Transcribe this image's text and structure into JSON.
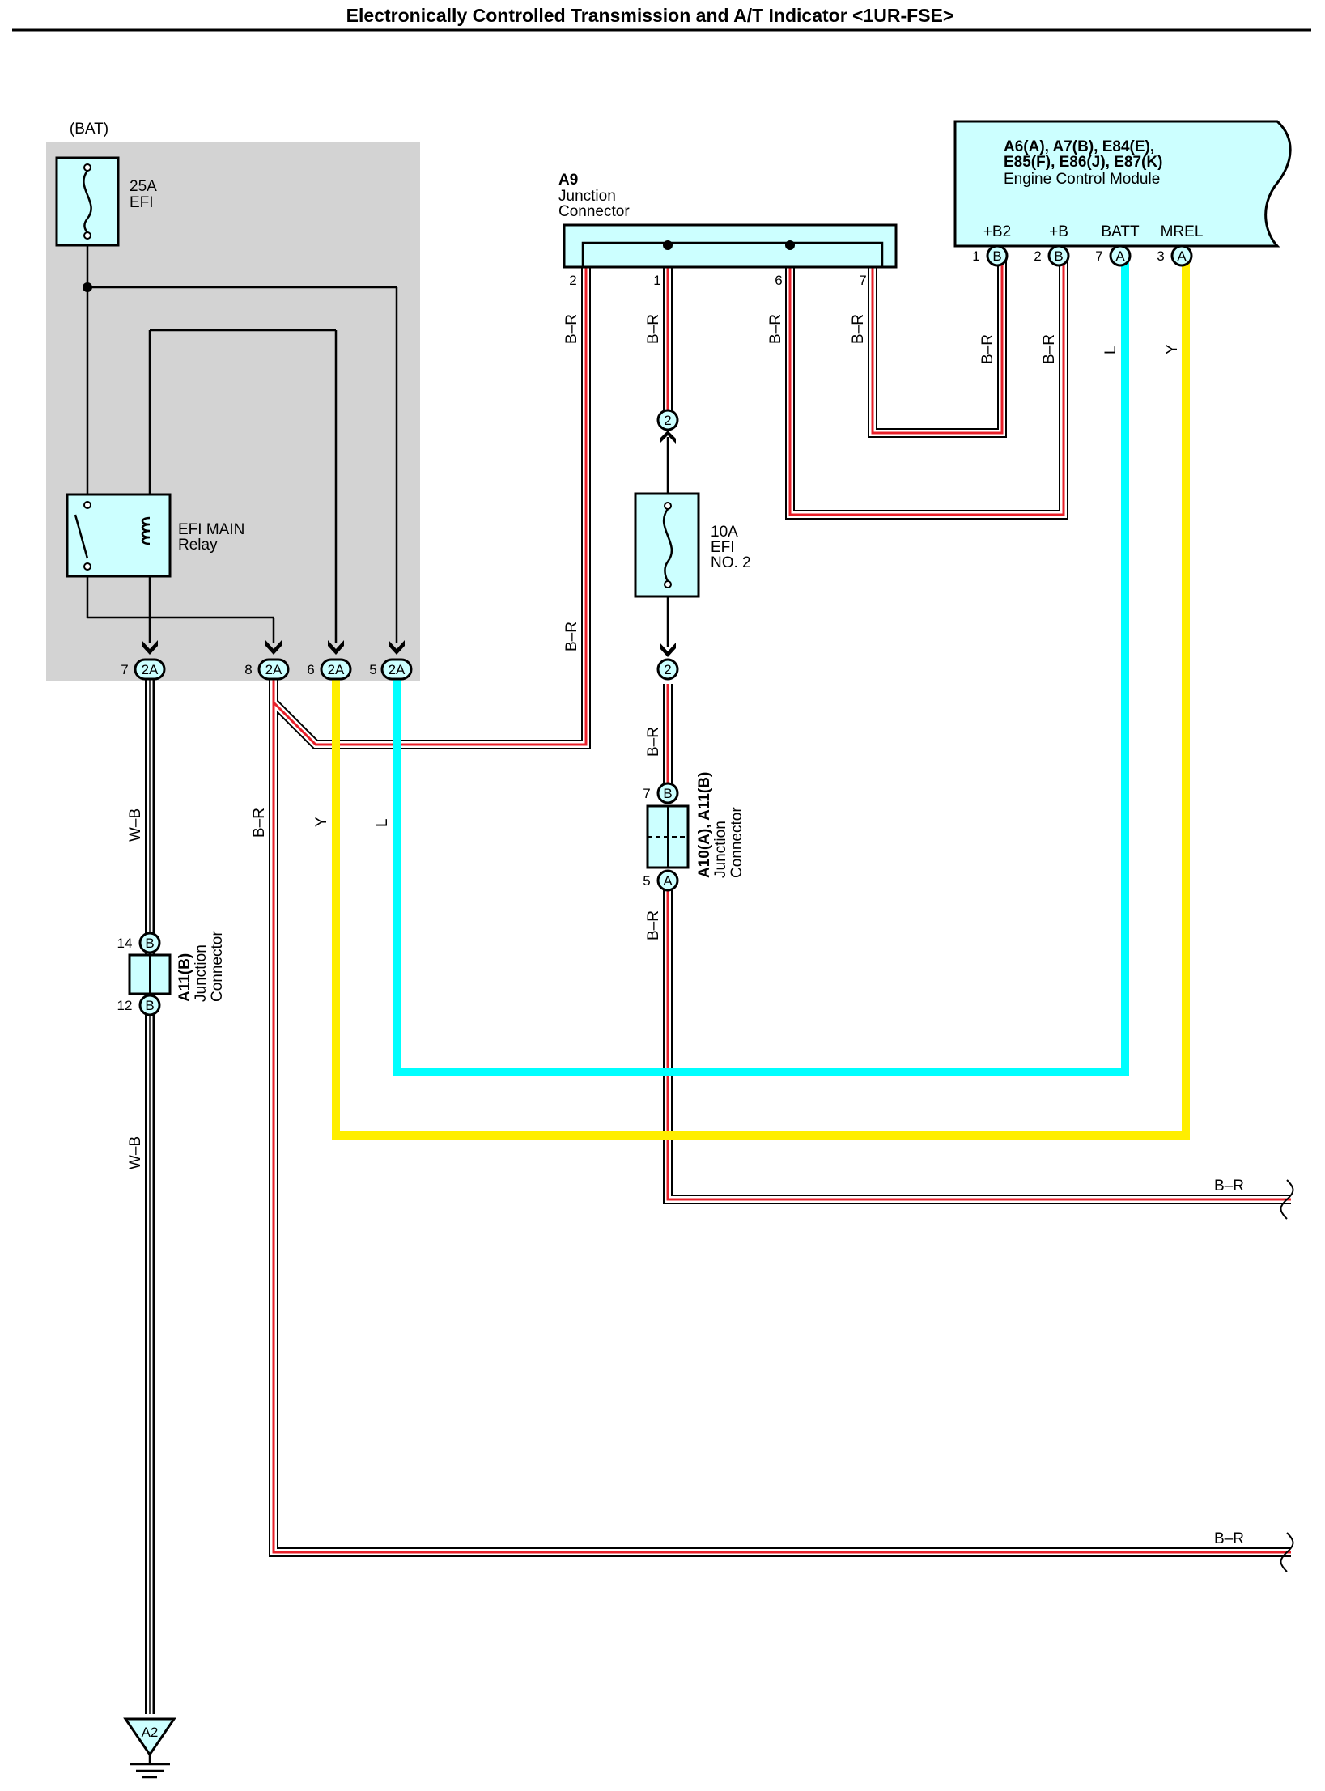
{
  "title": "Electronically Controlled Transmission and A/T Indicator <1UR-FSE>",
  "colors": {
    "relay_box": "#d3d3d3",
    "component_fill": "#ccffff",
    "wire_blue": "#00ffff",
    "wire_yellow": "#ffee00",
    "wire_red": "#e8202a",
    "wire_black": "#000000"
  },
  "relay_box": {
    "bat_label": "(BAT)",
    "fuse_efi": {
      "rating": "25A",
      "name": "EFI"
    },
    "relay": {
      "name": "EFI MAIN",
      "type": "Relay"
    },
    "connectors": [
      {
        "pin": "7",
        "code": "2A"
      },
      {
        "pin": "8",
        "code": "2A"
      },
      {
        "pin": "6",
        "code": "2A"
      },
      {
        "pin": "5",
        "code": "2A"
      }
    ]
  },
  "junction_a9": {
    "id": "A9",
    "line1": "Junction",
    "line2": "Connector",
    "pins": [
      "2",
      "1",
      "6",
      "7"
    ]
  },
  "ecm": {
    "line1": "A6(A), A7(B), E84(E),",
    "line2": "E85(F), E86(J), E87(K)",
    "line3": "Engine Control Module",
    "terminals": [
      {
        "name": "+B2",
        "pin": "1",
        "code": "B"
      },
      {
        "name": "+B",
        "pin": "2",
        "code": "B"
      },
      {
        "name": "BATT",
        "pin": "7",
        "code": "A"
      },
      {
        "name": "MREL",
        "pin": "3",
        "code": "A"
      }
    ]
  },
  "fuse_efi2": {
    "rating": "10A",
    "name": "EFI",
    "number": "NO. 2",
    "connector_code": "2"
  },
  "junction_a10": {
    "id": "A10(A), A11(B)",
    "line1": "Junction",
    "line2": "Connector",
    "top": {
      "pin": "7",
      "code": "B"
    },
    "bottom": {
      "pin": "5",
      "code": "A"
    }
  },
  "junction_a11": {
    "id": "A11(B)",
    "line1": "Junction",
    "line2": "Connector",
    "top": {
      "pin": "14",
      "code": "B"
    },
    "bottom": {
      "pin": "12",
      "code": "B"
    }
  },
  "ground": {
    "id": "A2"
  },
  "wire_labels": {
    "b_r": "B–R",
    "w_b": "W–B",
    "y": "Y",
    "l": "L"
  }
}
